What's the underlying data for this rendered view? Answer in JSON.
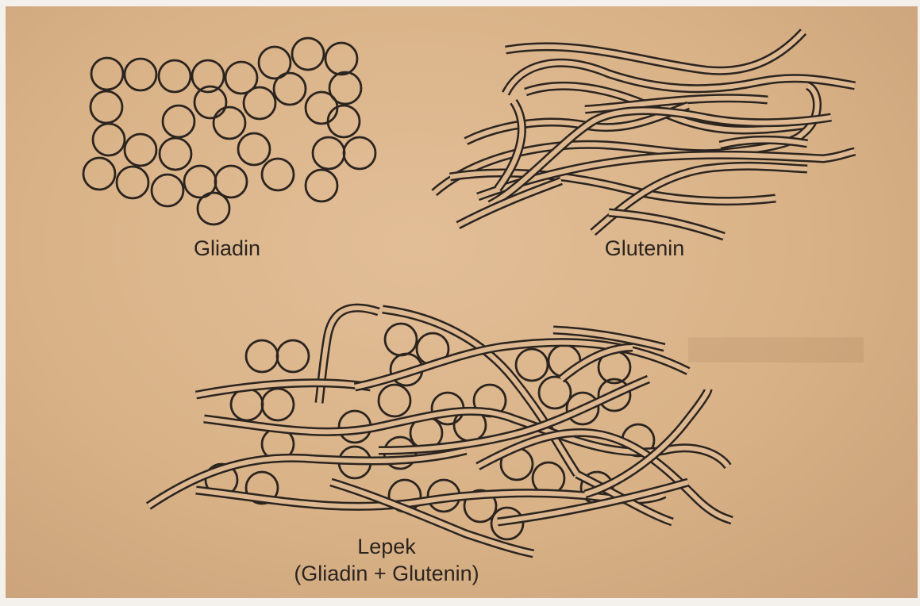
{
  "diagram": {
    "labels": {
      "gliadin": "Gliadin",
      "glutenin": "Glutenin",
      "lepek_line1": "Lepek",
      "lepek_line2": "(Gliadin + Glutenin)"
    },
    "colors": {
      "paper": "#d9b287",
      "ink": "#2b241f",
      "strand_fill": "#ddb890"
    }
  }
}
